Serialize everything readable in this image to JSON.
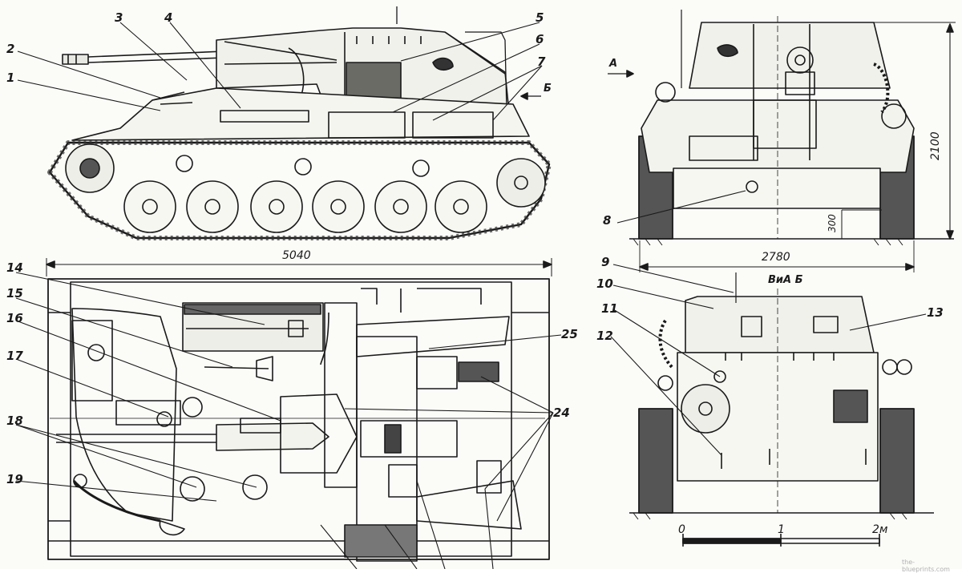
{
  "callouts": [
    "1",
    "2",
    "3",
    "4",
    "5",
    "6",
    "7",
    "8",
    "9",
    "10",
    "11",
    "12",
    "13",
    "14",
    "15",
    "16",
    "17",
    "18",
    "19",
    "24",
    "25"
  ],
  "dimensions": {
    "length": "5040",
    "height": "2100",
    "clearance": "300",
    "width": "2780"
  },
  "view_labels": {
    "arrow_a": "А",
    "arrow_b": "Б",
    "view_b_title": "ВиА Б"
  },
  "scale_bar": {
    "ticks": [
      "0",
      "1",
      "2м"
    ]
  },
  "watermark": "the-blueprints.com",
  "colors": {
    "ink": "#1a1a1a",
    "paper": "#fbfbf8",
    "shade": "#555555"
  }
}
